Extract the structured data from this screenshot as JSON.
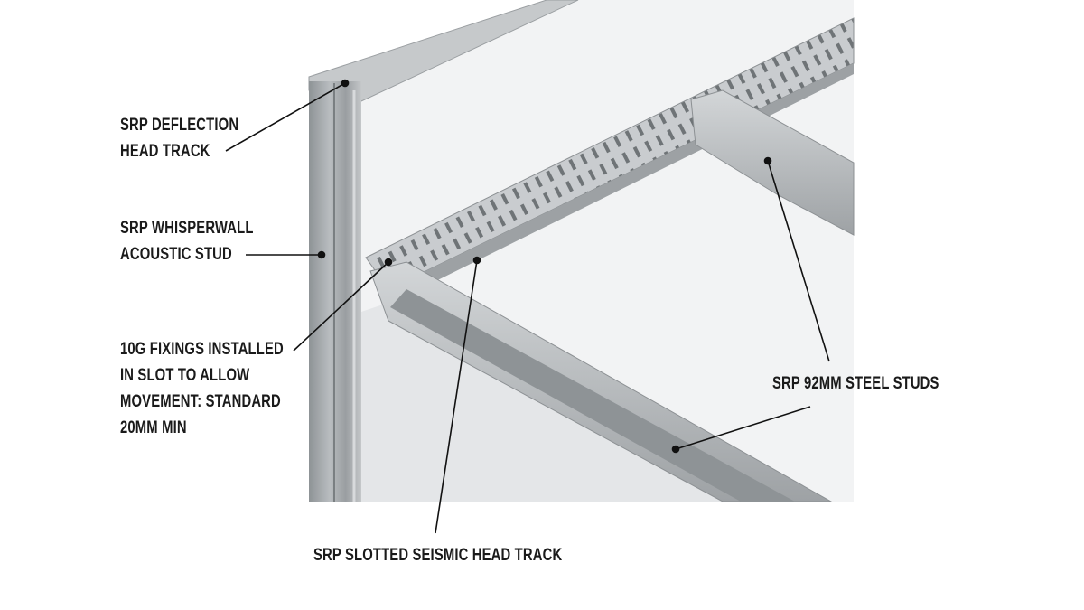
{
  "labels": {
    "deflection_head_track": [
      "SRP DEFLECTION",
      "HEAD TRACK"
    ],
    "whisperwall_stud": [
      "SRP WHISPERWALL",
      "ACOUSTIC STUD"
    ],
    "fixings": [
      "10G FIXINGS INSTALLED",
      "IN SLOT TO ALLOW",
      "MOVEMENT: STANDARD",
      "20MM MIN"
    ],
    "steel_studs": "SRP 92MM STEEL STUDS",
    "seismic_head_track": "SRP SLOTTED SEISMIC HEAD TRACK"
  },
  "colors": {
    "steel": "#a9adb0",
    "steel_dark": "#7d8285",
    "panel": "#e6e8ea",
    "leader": "#111111"
  }
}
